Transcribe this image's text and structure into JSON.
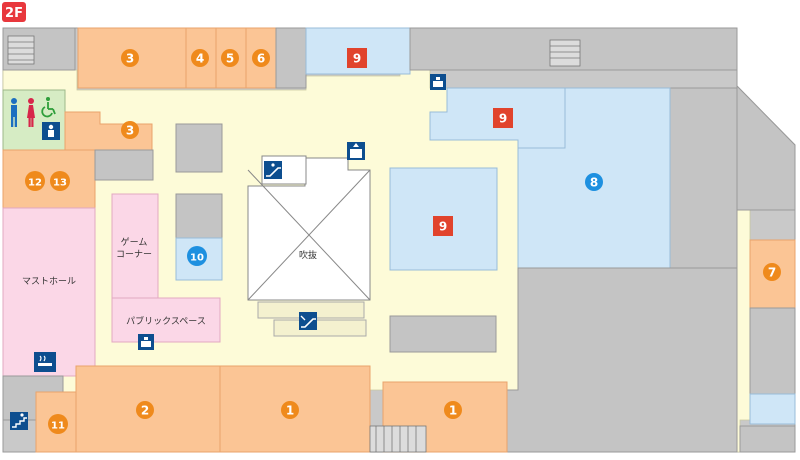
{
  "floor": {
    "label": "2F"
  },
  "areas": {
    "mast_hall": "マストホール",
    "game_corner_line1": "ゲーム",
    "game_corner_line2": "コーナー",
    "public_space": "パブリックスペース",
    "atrium": "吹抜"
  },
  "markers": [
    {
      "num": "1",
      "shape": "circle",
      "kind": "orange"
    },
    {
      "num": "1",
      "shape": "circle",
      "kind": "orange"
    },
    {
      "num": "2",
      "shape": "circle",
      "kind": "orange"
    },
    {
      "num": "3",
      "shape": "circle",
      "kind": "orange"
    },
    {
      "num": "3",
      "shape": "circle",
      "kind": "orange"
    },
    {
      "num": "4",
      "shape": "circle",
      "kind": "orange"
    },
    {
      "num": "5",
      "shape": "circle",
      "kind": "orange"
    },
    {
      "num": "6",
      "shape": "circle",
      "kind": "orange"
    },
    {
      "num": "7",
      "shape": "circle",
      "kind": "orange"
    },
    {
      "num": "8",
      "shape": "circle",
      "kind": "blue"
    },
    {
      "num": "9",
      "shape": "square",
      "kind": "red"
    },
    {
      "num": "9",
      "shape": "square",
      "kind": "red"
    },
    {
      "num": "9",
      "shape": "square",
      "kind": "red"
    },
    {
      "num": "10",
      "shape": "circle",
      "kind": "blue"
    },
    {
      "num": "11",
      "shape": "circle",
      "kind": "orange"
    },
    {
      "num": "12",
      "shape": "circle",
      "kind": "orange"
    },
    {
      "num": "13",
      "shape": "circle",
      "kind": "orange"
    }
  ],
  "icons": [
    "restroom-icon",
    "accessible-icon",
    "nursing-icon",
    "smoking-icon",
    "escalator-icon",
    "stairs-icon",
    "elevator-icon",
    "locker-icon"
  ],
  "colors": {
    "floor_badge": "#e8383d",
    "floor": "#fdfbd8",
    "shop": "#fbc595",
    "shop_border": "#e9a36b",
    "blue_area": "#cfe6f7",
    "pink_area": "#fbd7e7",
    "service": "#c4c4c4",
    "restroom": "#d6ecc4",
    "orange_marker": "#ef8a1c",
    "blue_marker": "#1e90e0",
    "red_marker": "#e1432c",
    "icon_blue": "#0d4e8f"
  }
}
